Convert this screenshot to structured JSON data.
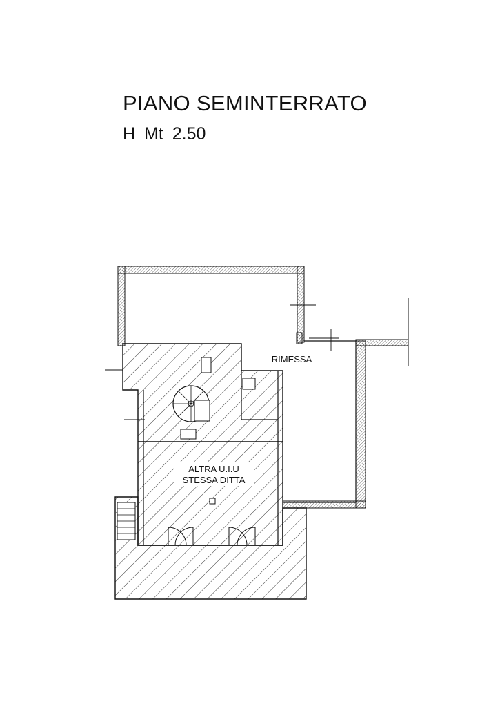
{
  "header": {
    "title": "PIANO SEMINTERRATO",
    "height_note": "H  Mt 2.50"
  },
  "plan": {
    "rooms": {
      "garage_label": "RIMESSA",
      "other_unit_line1": "ALTRA U.I.U",
      "other_unit_line2": "STESSA DITTA"
    }
  }
}
